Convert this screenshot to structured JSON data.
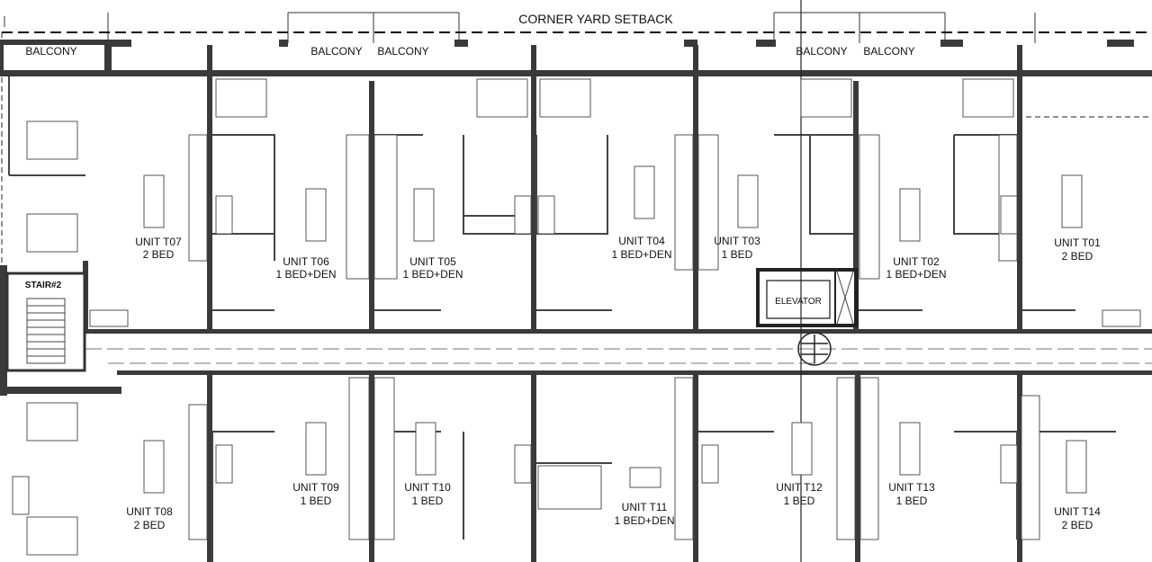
{
  "plan": {
    "setback_label": "CORNER YARD SETBACK",
    "balconies": [
      "BALCONY",
      "BALCONY",
      "BALCONY",
      "BALCONY",
      "BALCONY"
    ],
    "stair_label": "STAIR#2",
    "elevator_label": "ELEVATOR",
    "units": [
      {
        "name": "UNIT T07",
        "type": "2 BED"
      },
      {
        "name": "UNIT T06",
        "type": "1 BED+DEN"
      },
      {
        "name": "UNIT T05",
        "type": "1 BED+DEN"
      },
      {
        "name": "UNIT T04",
        "type": "1 BED+DEN"
      },
      {
        "name": "UNIT T03",
        "type": "1 BED"
      },
      {
        "name": "UNIT T02",
        "type": "1 BED+DEN"
      },
      {
        "name": "UNIT T01",
        "type": "2 BED"
      },
      {
        "name": "UNIT T08",
        "type": "2 BED"
      },
      {
        "name": "UNIT T09",
        "type": "1 BED"
      },
      {
        "name": "UNIT T10",
        "type": "1 BED"
      },
      {
        "name": "UNIT T11",
        "type": "1 BED+DEN"
      },
      {
        "name": "UNIT T12",
        "type": "1 BED"
      },
      {
        "name": "UNIT T13",
        "type": "1 BED"
      },
      {
        "name": "UNIT T14",
        "type": "2 BED"
      }
    ]
  }
}
